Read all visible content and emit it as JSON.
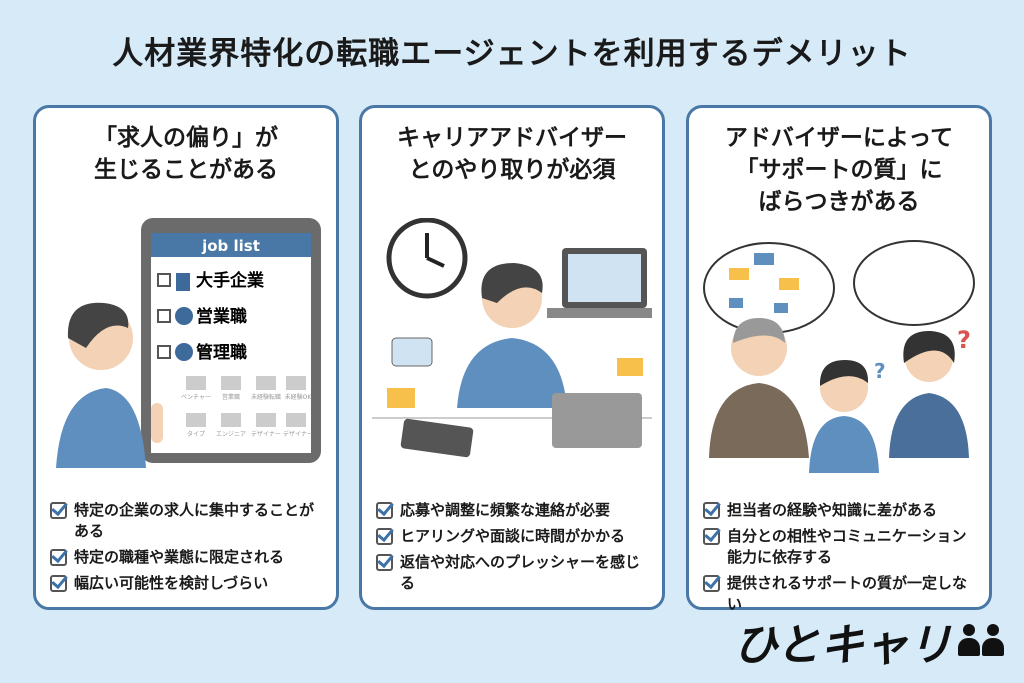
{
  "title": "人材業界特化の転職エージェントを利用するデメリット",
  "cards": [
    {
      "heading": "「求人の偏り」が\n生じることがある",
      "tablet": {
        "header": "job list",
        "items": [
          "大手企業",
          "営業職",
          "管理職"
        ],
        "faded": [
          "ベンチャー",
          "営業職",
          "未経験転職",
          "未経験OK",
          "タイプ",
          "エンジニア",
          "デザイナー",
          "デザイナー"
        ]
      },
      "items": [
        "特定の企業の求人に集中することがある",
        "特定の職種や業態に限定される",
        "幅広い可能性を検討しづらい"
      ]
    },
    {
      "heading": "キャリアアドバイザー\nとのやり取りが必須",
      "items": [
        "応募や調整に頻繁な連絡が必要",
        "ヒアリングや面談に時間がかかる",
        "返信や対応へのプレッシャーを感じる"
      ]
    },
    {
      "heading": "アドバイザーによって\n「サポートの質」に\nばらつきがある",
      "items": [
        "担当者の経験や知識に差がある",
        "自分との相性やコミュニケーション能力に依存する",
        "提供されるサポートの質が一定しない"
      ]
    }
  ],
  "logo": "ひとキャリ",
  "colors": {
    "background": "#d6eaf8",
    "accent": "#4a78a6"
  }
}
